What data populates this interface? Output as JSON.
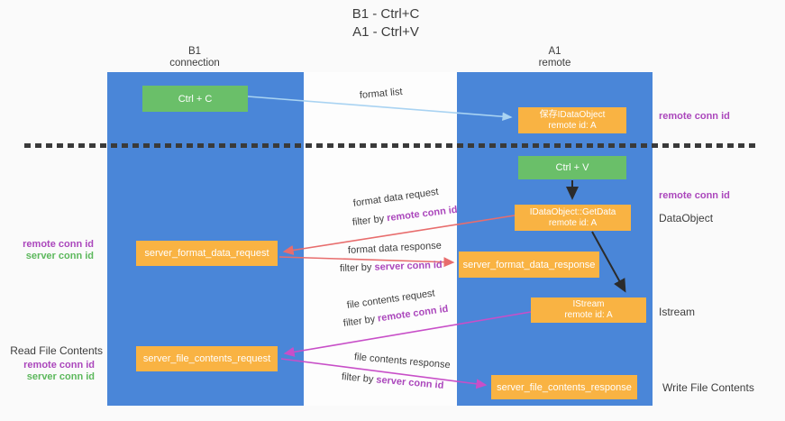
{
  "title": {
    "line1": "B1 - Ctrl+C",
    "line2": "A1 - Ctrl+V"
  },
  "lanes": {
    "left": {
      "header_line1": "B1",
      "header_line2": "connection"
    },
    "right": {
      "header_line1": "A1",
      "header_line2": "remote"
    }
  },
  "boxes": {
    "ctrl_c": {
      "label": "Ctrl + C"
    },
    "save_idataobject": {
      "line1": "保存IDataObject",
      "line2": "remote id: A"
    },
    "ctrl_v": {
      "label": "Ctrl + V"
    },
    "getdata": {
      "line1": "IDataObject::GetData",
      "line2": "remote id: A"
    },
    "server_format_data_request": {
      "label": "server_format_data_request"
    },
    "server_format_data_response": {
      "label": "server_format_data_response"
    },
    "istream": {
      "line1": "IStream",
      "line2": "remote id: A"
    },
    "server_file_contents_request": {
      "label": "server_file_contents_request"
    },
    "server_file_contents_response": {
      "label": "server_file_contents_response"
    }
  },
  "flow_labels": {
    "format_list": "format list",
    "format_data_request": "format data request",
    "format_data_response": "format data response",
    "file_contents_request": "file contents request",
    "file_contents_response": "file contents response",
    "filter_by": "filter by ",
    "remote_conn_id": "remote conn id",
    "server_conn_id": "server conn id"
  },
  "side_labels": {
    "right_remote_conn_id_1": "remote conn id",
    "right_remote_conn_id_2": "remote conn id",
    "data_object": "DataObject",
    "istream": "Istream",
    "write_file_contents": "Write File Contents",
    "left_remote_conn_id_1": "remote conn id",
    "left_server_conn_id_1": "server conn id",
    "read_file_contents": "Read File Contents",
    "left_remote_conn_id_2": "remote conn id",
    "left_server_conn_id_2": "server conn id"
  },
  "colors": {
    "lane_blue": "#4a86d8",
    "box_green": "#6abf69",
    "box_orange": "#f9b343",
    "label_purple": "#ab47bc",
    "label_green": "#5cb85c",
    "arrow_lightblue": "#a9d3f2",
    "arrow_red": "#e86d6d",
    "arrow_magenta": "#c84fc8",
    "arrow_black": "#2b2b2b",
    "text_dark": "#3d3d3d"
  }
}
